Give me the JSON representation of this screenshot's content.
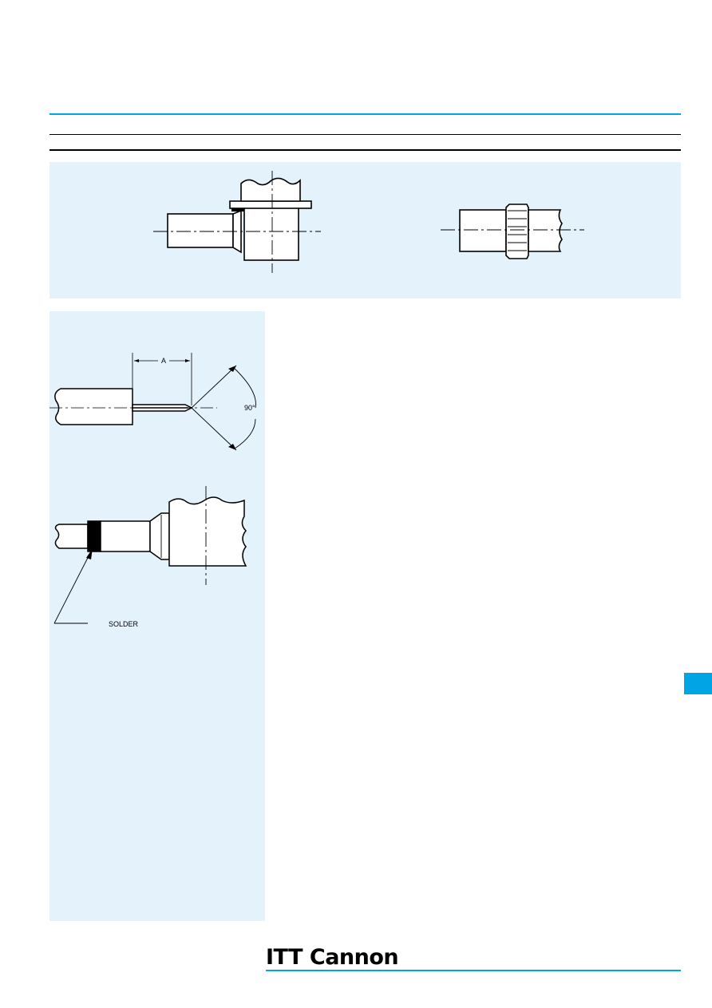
{
  "brand": {
    "name": "ITT Cannon",
    "accent": "#00a5e6",
    "panel_bg": "#e4f2fc"
  },
  "figures": {
    "trim": {
      "dimension_label": "A",
      "angle_label": "90°"
    },
    "solder": {
      "callout_label": "SOLDER"
    }
  }
}
